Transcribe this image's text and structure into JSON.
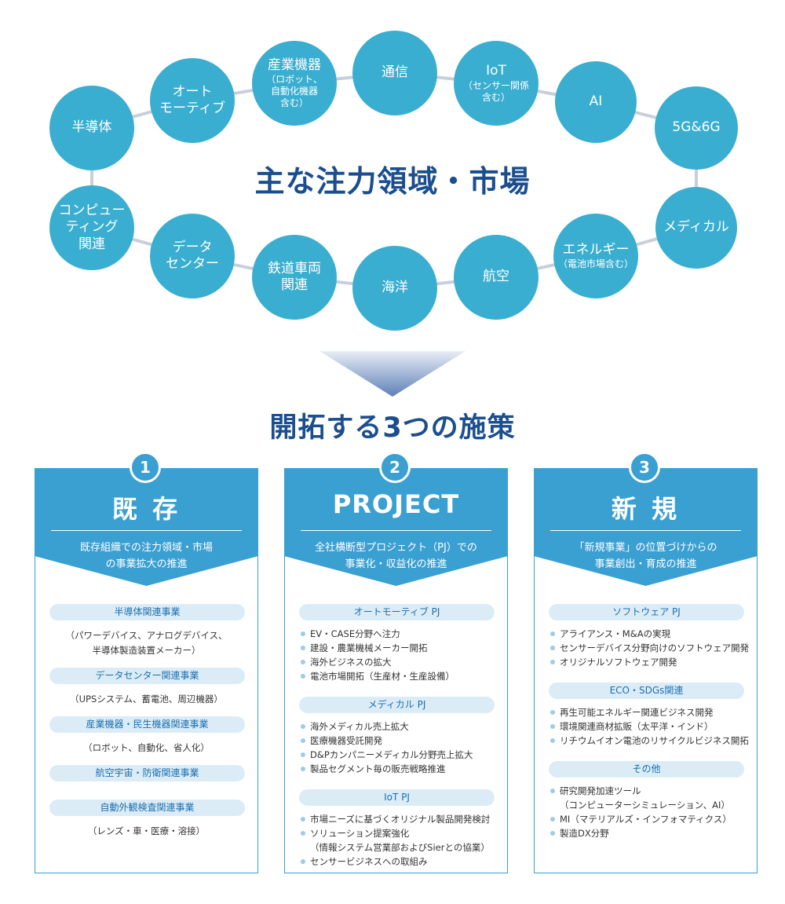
{
  "ring": {
    "title": "主な注力領域・市場",
    "nodes": [
      {
        "id": "semiconductor",
        "text": "半導体",
        "sub": ""
      },
      {
        "id": "automotive",
        "text": "オート\nモーティブ",
        "sub": ""
      },
      {
        "id": "industrial",
        "text": "産業機器",
        "sub": "（ロボット、\n自動化機器\n含む）"
      },
      {
        "id": "telecom",
        "text": "通信",
        "sub": ""
      },
      {
        "id": "iot",
        "text": "IoT",
        "sub": "（センサー関係\n含む）"
      },
      {
        "id": "ai",
        "text": "AI",
        "sub": ""
      },
      {
        "id": "5g6g",
        "text": "5G&6G",
        "sub": ""
      },
      {
        "id": "medical",
        "text": "メディカル",
        "sub": ""
      },
      {
        "id": "energy",
        "text": "エネルギー",
        "sub": "（電池市場含む）"
      },
      {
        "id": "aviation",
        "text": "航空",
        "sub": ""
      },
      {
        "id": "marine",
        "text": "海洋",
        "sub": ""
      },
      {
        "id": "railway",
        "text": "鉄道車両\n関連",
        "sub": ""
      },
      {
        "id": "datacenter",
        "text": "データ\nセンター",
        "sub": ""
      },
      {
        "id": "computing",
        "text": "コンピュー\nティング\n関連",
        "sub": ""
      }
    ]
  },
  "section_title": "開拓する3つの施策",
  "colors": {
    "circle": "#3aaed0",
    "column": "#3a9fd1",
    "title": "#1a4e8e",
    "pill": "#dcecf7",
    "bullet": "#9fcbe6"
  },
  "columns": [
    {
      "number": "1",
      "title": "既 存",
      "subtitle": "既存組織での注力領域・市場\nの事業拡大の推進",
      "groups": [
        {
          "label": "半導体関連事業",
          "style": "plain",
          "items": [
            "（パワーデバイス、アナログデバイス、\n半導体製造装置メーカー）"
          ]
        },
        {
          "label": "データセンター関連事業",
          "style": "plain",
          "items": [
            "（UPSシステム、蓄電池、周辺機器）"
          ]
        },
        {
          "label": "産業機器・民生機器関連事業",
          "style": "plain",
          "items": [
            "（ロボット、自動化、省人化）"
          ]
        },
        {
          "label": "航空宇宙・防衛関連事業",
          "style": "plain",
          "items": []
        },
        {
          "label": "自動外観検査関連事業",
          "style": "plain",
          "items": [
            "（レンズ・車・医療・溶接）"
          ]
        }
      ]
    },
    {
      "number": "2",
      "title": "PROJECT",
      "subtitle": "全社横断型プロジェクト（PJ）での\n事業化・収益化の推進",
      "groups": [
        {
          "label": "オートモーティブ PJ",
          "style": "bullets",
          "items": [
            "EV・CASE分野へ注力",
            "建設・農業機械メーカー開拓",
            "海外ビジネスの拡大",
            "電池市場開拓（生産材・生産設備）"
          ]
        },
        {
          "label": "メディカル PJ",
          "style": "bullets",
          "items": [
            "海外メディカル売上拡大",
            "医療機器受託開発",
            "D&Pカンパニーメディカル分野売上拡大",
            "製品セグメント毎の販売戦略推進"
          ]
        },
        {
          "label": "IoT PJ",
          "style": "bullets",
          "items": [
            "市場ニーズに基づくオリジナル製品開発検討",
            "ソリューション提案強化\n（情報システム営業部およびSierとの協業）",
            "センサービジネスへの取組み"
          ]
        }
      ]
    },
    {
      "number": "3",
      "title": "新 規",
      "subtitle": "「新規事業」の位置づけからの\n事業創出・育成の推進",
      "groups": [
        {
          "label": "ソフトウェア PJ",
          "style": "bullets",
          "items": [
            "アライアンス・M&Aの実現",
            "センサーデバイス分野向けのソフトウェア開発",
            "オリジナルソフトウェア開発"
          ]
        },
        {
          "label": "ECO・SDGs関連",
          "style": "bullets",
          "items": [
            "再生可能エネルギー関連ビジネス開発",
            "環境関連商材拡販（太平洋・インド）",
            "リチウムイオン電池のリサイクルビジネス開拓"
          ]
        },
        {
          "label": "その他",
          "style": "bullets",
          "items": [
            "研究開発加速ツール\n（コンピューターシミュレーション、AI）",
            "MI（マテリアルズ・インフォマティクス）",
            "製造DX分野"
          ]
        }
      ]
    }
  ]
}
